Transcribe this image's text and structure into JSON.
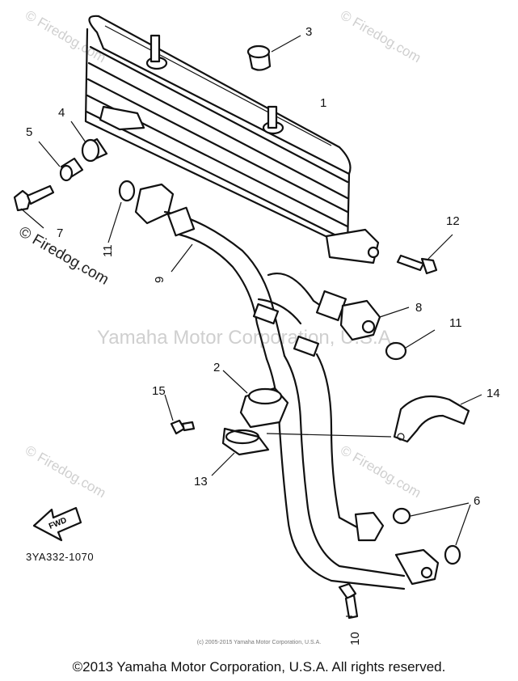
{
  "watermarks": {
    "firedog": "© Firedog.com",
    "yamaha_center": "Yamaha Motor Corporation, U.S.A."
  },
  "callouts": [
    "1",
    "2",
    "3",
    "4",
    "5",
    "6",
    "7",
    "8",
    "9",
    "10",
    "11",
    "11",
    "12",
    "13",
    "14",
    "15"
  ],
  "fwd_label": "FWD",
  "code_label": "3YA332-1070",
  "small_copyright": "(c) 2005-2015 Yamaha Motor Corporation, U.S.A.",
  "copyright": "©2013 Yamaha Motor Corporation, U.S.A. All rights reserved."
}
